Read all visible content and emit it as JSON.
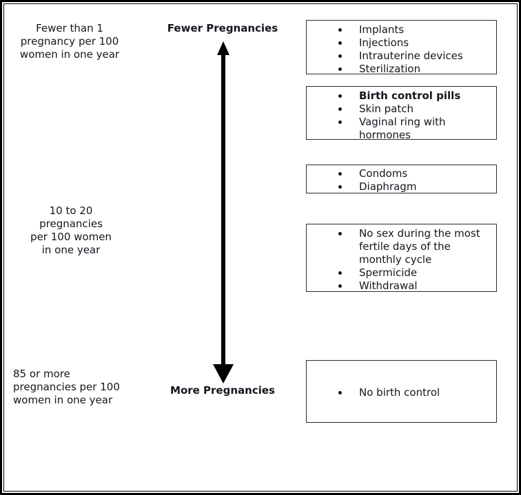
{
  "colors": {
    "text": "#15151f",
    "box_border": "#2b2b2b",
    "frame_border": "#000000",
    "arrow": "#000000",
    "background": "#ffffff"
  },
  "diagram": {
    "left_labels": [
      {
        "lines": [
          "Fewer than 1",
          "pregnancy per 100",
          "women in one year"
        ]
      },
      {
        "lines": [
          "10 to 20",
          "pregnancies",
          "per 100 women",
          "in one year"
        ]
      },
      {
        "lines": [
          "85 or more",
          "pregnancies per 100",
          "women in one year"
        ]
      }
    ],
    "axis": {
      "top_label": "Fewer Pregnancies",
      "bottom_label": "More Pregnancies"
    },
    "boxes": [
      {
        "items": [
          {
            "text": "Implants"
          },
          {
            "text": "Injections"
          },
          {
            "text": "Intrauterine devices"
          },
          {
            "text": "Sterilization"
          }
        ]
      },
      {
        "items": [
          {
            "text": "Birth control pills",
            "bold": true
          },
          {
            "text": "Skin patch"
          },
          {
            "text": "Vaginal ring with\nhormones"
          }
        ]
      },
      {
        "items": [
          {
            "text": "Condoms"
          },
          {
            "text": "Diaphragm"
          }
        ]
      },
      {
        "items": [
          {
            "text": "No sex during the most\nfertile days of the\nmonthly cycle"
          },
          {
            "text": "Spermicide"
          },
          {
            "text": "Withdrawal"
          }
        ]
      },
      {
        "items": [
          {
            "text": "No birth control"
          }
        ]
      }
    ]
  }
}
